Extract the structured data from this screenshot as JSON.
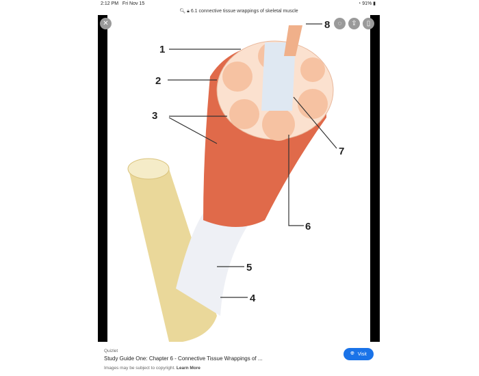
{
  "status": {
    "time": "2:12 PM",
    "date": "Fri Nov 15",
    "battery": "91%"
  },
  "url": "6.1 connective tissue wrappings of skeletal muscle",
  "diagram": {
    "labels": [
      "1",
      "2",
      "3",
      "4",
      "5",
      "6",
      "7",
      "8"
    ]
  },
  "result": {
    "source": "Quizlet",
    "title": "Study Guide One: Chapter 6 - Connective Tissue Wrappings of ...",
    "copyright": "Images may be subject to copyright.",
    "learn_more": "Learn More",
    "visit": "Visit"
  }
}
